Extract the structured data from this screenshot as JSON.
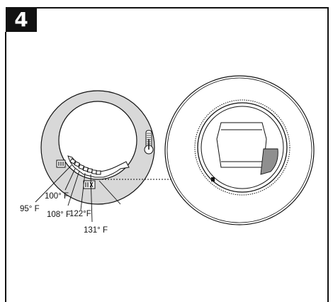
{
  "step": {
    "number": "4"
  },
  "dial": {
    "labels": [
      "95° F",
      "100° F",
      "108° F",
      "122°F",
      "131° F"
    ],
    "icons": [
      "thermometer-icon",
      "heat-level-low-icon",
      "heat-level-high-icon"
    ]
  },
  "colors": {
    "line": "#111111",
    "dial_fill": "#d8d8d8",
    "light_gray": "#e9e9e9"
  }
}
